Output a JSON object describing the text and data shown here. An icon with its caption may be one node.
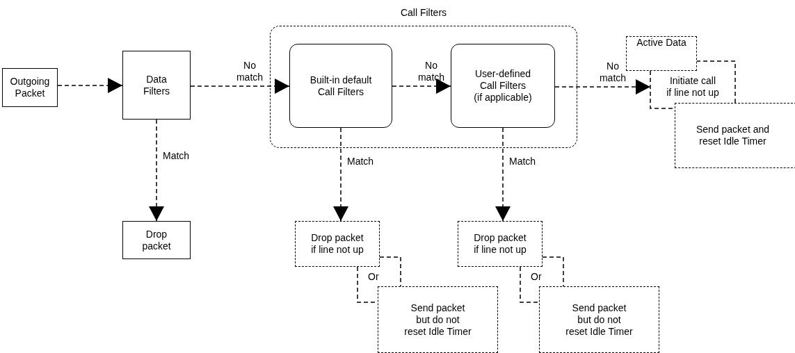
{
  "diagram": {
    "nodes": [
      {
        "text": [
          "Outgoing Packet"
        ]
      },
      {
        "text": [
          "Data Filters"
        ]
      },
      {
        "text": [
          "Call Filters"
        ]
      },
      {
        "text": [
          "Built-in default Call Filters"
        ],
        "in": 2
      },
      {
        "text": [
          "User-defined Call Filters (if applicable)"
        ],
        "in": 2
      },
      {
        "text": [
          "Active Data"
        ]
      },
      {
        "text": [
          "Initiate call if line not up"
        ]
      },
      {
        "text": [
          "Send packet and reset Idle Timer"
        ]
      },
      {
        "text": [
          "Drop packet"
        ]
      },
      {
        "text": [
          "Drop packet if line not up"
        ]
      },
      {
        "text": [
          "Or"
        ]
      },
      {
        "text": [
          "Send packet but do not reset Idle Timer"
        ]
      },
      {
        "text": [
          "Drop packet if line not up"
        ]
      },
      {
        "text": [
          "Or"
        ]
      },
      {
        "text": [
          "Send packet but do not reset Idle Timer"
        ]
      }
    ],
    "edges": [
      {
        "from": 0,
        "to": 1,
        "arrow": "to",
        "style": "dashed"
      },
      {
        "from": 1,
        "to": 3,
        "arrow": "to",
        "label": "No match",
        "style": "dashed"
      },
      {
        "from": 3,
        "to": 4,
        "arrow": "to",
        "label": "No match",
        "style": "dashed"
      },
      {
        "from": 4,
        "to": 6,
        "arrow": "to",
        "label": "No match",
        "style": "dashed"
      },
      {
        "from": 1,
        "to": 8,
        "arrow": "to",
        "label": "Match",
        "style": "dashed"
      },
      {
        "from": 3,
        "to": 9,
        "arrow": "to",
        "label": "Match",
        "style": "dashed"
      },
      {
        "from": 4,
        "to": 12,
        "arrow": "to",
        "label": "Match",
        "style": "dashed"
      }
    ]
  }
}
